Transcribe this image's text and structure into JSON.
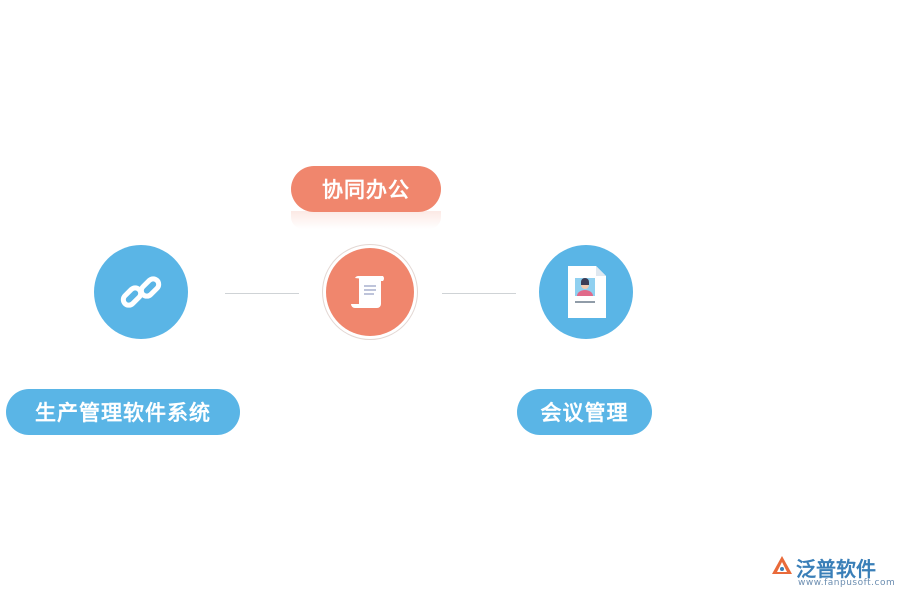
{
  "diagram": {
    "top_label": "协同办公",
    "left_label": "生产管理软件系统",
    "right_label": "会议管理"
  },
  "icons": {
    "left": "link-icon",
    "center": "scroll-document-icon",
    "right": "profile-card-icon"
  },
  "colors": {
    "orange": "#f0866d",
    "blue": "#5ab5e6",
    "connector": "#cfd3d6"
  },
  "logo": {
    "brand": "泛普软件",
    "url": "www.fanpusoft.com"
  }
}
